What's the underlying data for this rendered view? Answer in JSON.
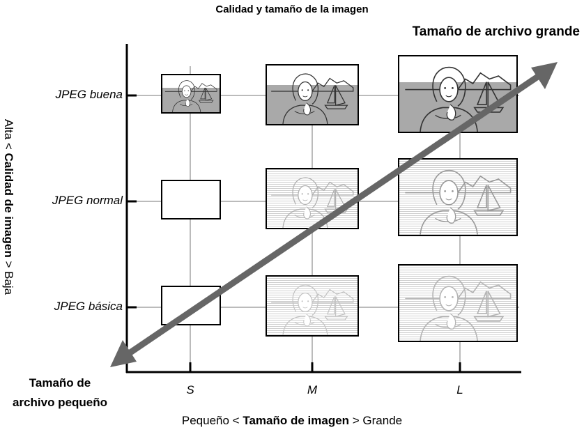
{
  "title": "Calidad y tamaño de la imagen",
  "corner_large": "Tamaño de archivo grande",
  "corner_small_line1": "Tamaño de",
  "corner_small_line2": "archivo pequeño",
  "rows": [
    {
      "label": "JPEG buena"
    },
    {
      "label": "JPEG normal"
    },
    {
      "label": "JPEG básica"
    }
  ],
  "columns": [
    {
      "label": "S"
    },
    {
      "label": "M"
    },
    {
      "label": "L"
    }
  ],
  "x_axis": {
    "prefix": "Pequeño < ",
    "bold": "Tamaño de imagen",
    "suffix": " > Grande"
  },
  "y_axis": {
    "prefix": "Alta < ",
    "bold": "Calidad de imagen",
    "suffix": " > Baja"
  },
  "colors": {
    "arrow": "#666666",
    "grid": "#bbbbbb",
    "photo_fill": "#a9a9a9"
  }
}
